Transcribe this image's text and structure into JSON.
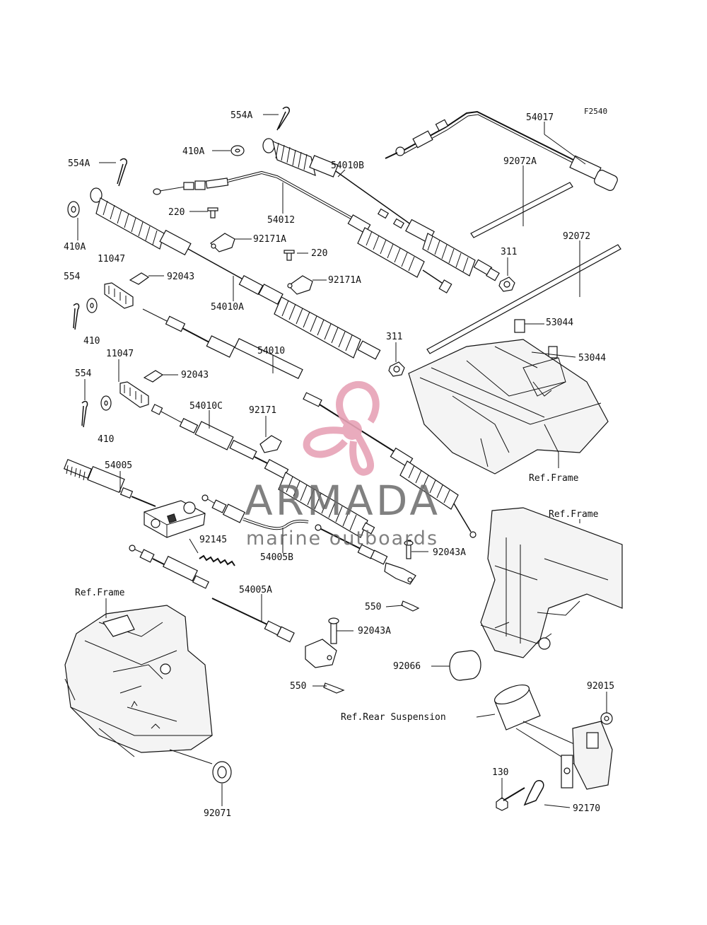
{
  "figure_code": "F2540",
  "labels": {
    "l554A_top": "554A",
    "l54017": "54017",
    "l410A_top": "410A",
    "l54010B": "54010B",
    "l554A_left": "554A",
    "l92072A": "92072A",
    "l220_a": "220",
    "l54012": "54012",
    "l410A_left": "410A",
    "l92171A_a": "92171A",
    "l92072": "92072",
    "l11047_a": "11047",
    "l220_b": "220",
    "l311_a": "311",
    "l554_a": "554",
    "l92043_a": "92043",
    "l92171A_b": "92171A",
    "l54010A": "54010A",
    "l410_a": "410",
    "l53044_a": "53044",
    "l54010": "54010",
    "l311_b": "311",
    "l53044_b": "53044",
    "l11047_b": "11047",
    "l92043_b": "92043",
    "l554_b": "554",
    "l54010C": "54010C",
    "l92171": "92171",
    "l410_b": "410",
    "l54005": "54005",
    "l_ref_frame_r": "Ref.Frame",
    "l_ref_frame_r2": "Ref.Frame",
    "l92145": "92145",
    "l54005B": "54005B",
    "l92043A_a": "92043A",
    "l_ref_frame_l": "Ref.Frame",
    "l54005A": "54005A",
    "l550_a": "550",
    "l92043A_b": "92043A",
    "l92066": "92066",
    "l550_b": "550",
    "l92015": "92015",
    "l_ref_rear": "Ref.Rear Suspension",
    "l130": "130",
    "l92170": "92170",
    "l92071": "92071"
  },
  "watermark": {
    "brand": "ARMADA",
    "tagline": "marine outboards",
    "logo_color": "#e7a3b6",
    "text_color": "#6b6b6b"
  }
}
